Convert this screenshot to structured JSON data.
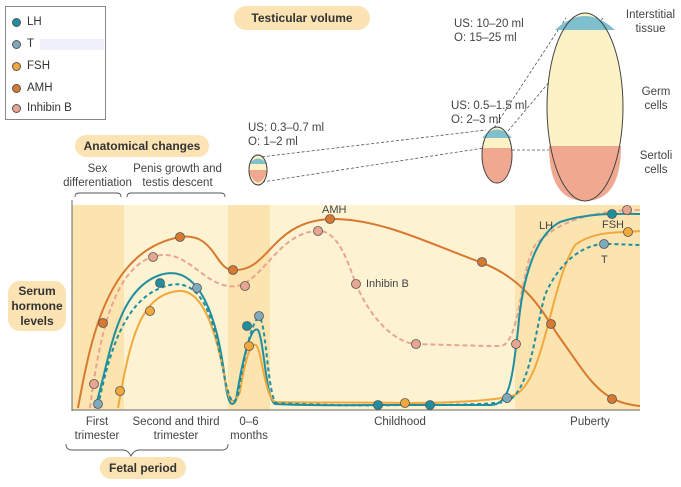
{
  "legend": {
    "items": [
      {
        "label": "LH",
        "color": "#1f8fa0"
      },
      {
        "label": "T",
        "color": "#7fa9bd"
      },
      {
        "label": "FSH",
        "color": "#f2a83a"
      },
      {
        "label": "AMH",
        "color": "#d9782f"
      },
      {
        "label": "Inhibin B",
        "color": "#e8a590"
      }
    ]
  },
  "testicular_volume": {
    "title": "Testicular volume",
    "stages": [
      {
        "us": "US: 0.3–0.7 ml",
        "o": "O: 1–2 ml"
      },
      {
        "us": "US: 0.5–1.5 ml",
        "o": "O: 2–3 ml"
      },
      {
        "us": "US: 10–20 ml",
        "o": "O: 15–25 ml"
      }
    ],
    "labels": {
      "interstitial": "Interstitial tissue",
      "germ": "Germ cells",
      "sertoli": "Sertoli cells"
    }
  },
  "anatomical": {
    "title": "Anatomical changes",
    "sex_diff": "Sex differentiation",
    "penis": "Penis growth and testis descent"
  },
  "chart_data": {
    "type": "line",
    "ylabel": "Serum hormone levels",
    "periods": [
      "First trimester",
      "Second and third trimester",
      "0–6 months",
      "Childhood",
      "Puberty"
    ],
    "period_group": "Fetal period",
    "series": [
      {
        "name": "AMH",
        "color": "#d9782f",
        "style": "solid"
      },
      {
        "name": "Inhibin B",
        "color": "#e8a590",
        "style": "dashed"
      },
      {
        "name": "LH",
        "color": "#1f8fa0",
        "style": "solid"
      },
      {
        "name": "FSH",
        "color": "#f2a83a",
        "style": "solid"
      },
      {
        "name": "T",
        "color": "#1f8fa0",
        "style": "dashed"
      }
    ],
    "annotations": [
      "AMH",
      "Inhibin B",
      "LH",
      "FSH",
      "T"
    ]
  }
}
